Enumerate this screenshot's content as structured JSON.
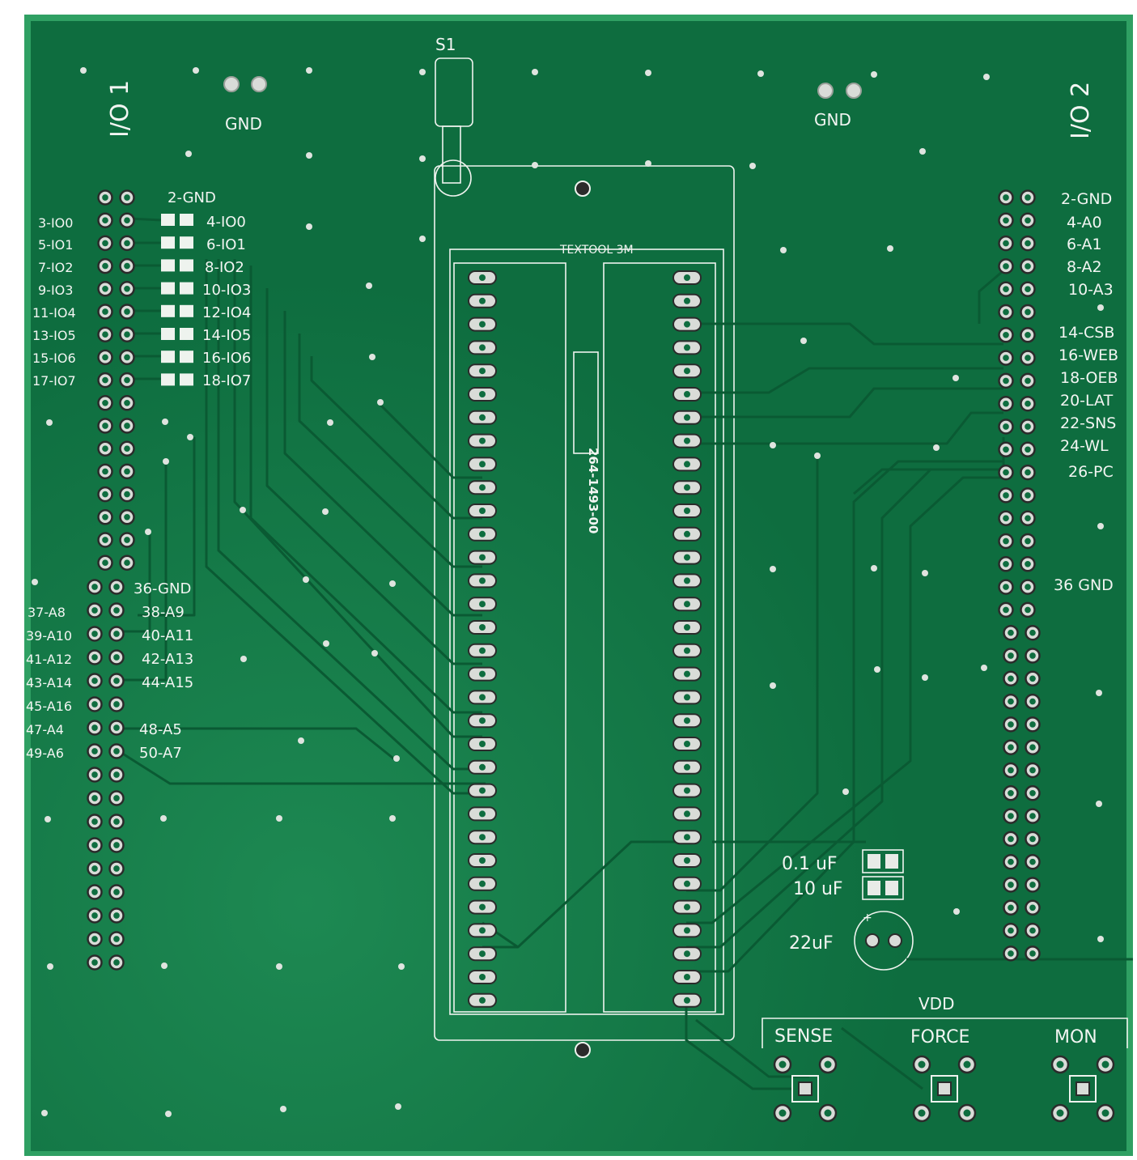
{
  "board": {
    "colors": {
      "mask": "#0e6d3f",
      "mask_light": "#1f8a55",
      "edge": "#2fa063",
      "silk": "#eef3ee",
      "pad": "#d9dcd8",
      "hole": "#2b2b2b",
      "trace": "#0a5a33"
    },
    "headings": {
      "io1": "I/O 1",
      "io2": "I/O 2",
      "gnd_left": "GND",
      "gnd_right": "GND",
      "s1": "S1",
      "socket": "TEXTOOL 3M",
      "part_number": "264-1493-00",
      "vdd": "VDD",
      "sense": "SENSE",
      "force": "FORCE",
      "mon": "MON",
      "cap1": "0.1 uF",
      "cap2": "10 uF",
      "cap3": "22uF",
      "plus": "+"
    },
    "io1_left_labels": [
      "3-IO0",
      "5-IO1",
      "7-IO2",
      "9-IO3",
      "11-IO4",
      "13-IO5",
      "15-IO6",
      "17-IO7"
    ],
    "io1_right_labels": [
      "2-GND",
      "4-IO0",
      "6-IO1",
      "8-IO2",
      "10-IO3",
      "12-IO4",
      "14-IO5",
      "16-IO6",
      "18-IO7"
    ],
    "io1_lower_right_labels": [
      "36-GND",
      "38-A9",
      "40-A11",
      "42-A13",
      "44-A15",
      "48-A5",
      "50-A7"
    ],
    "io1_lower_left_labels": [
      "37-A8",
      "39-A10",
      "41-A12",
      "43-A14",
      "45-A16",
      "47-A4",
      "49-A6"
    ],
    "io2_labels": [
      "2-GND",
      "4-A0",
      "6-A1",
      "8-A2",
      "10-A3",
      "14-CSB",
      "16-WEB",
      "18-OEB",
      "20-LAT",
      "22-SNS",
      "24-WL",
      "26-PC",
      "36 GND"
    ]
  }
}
